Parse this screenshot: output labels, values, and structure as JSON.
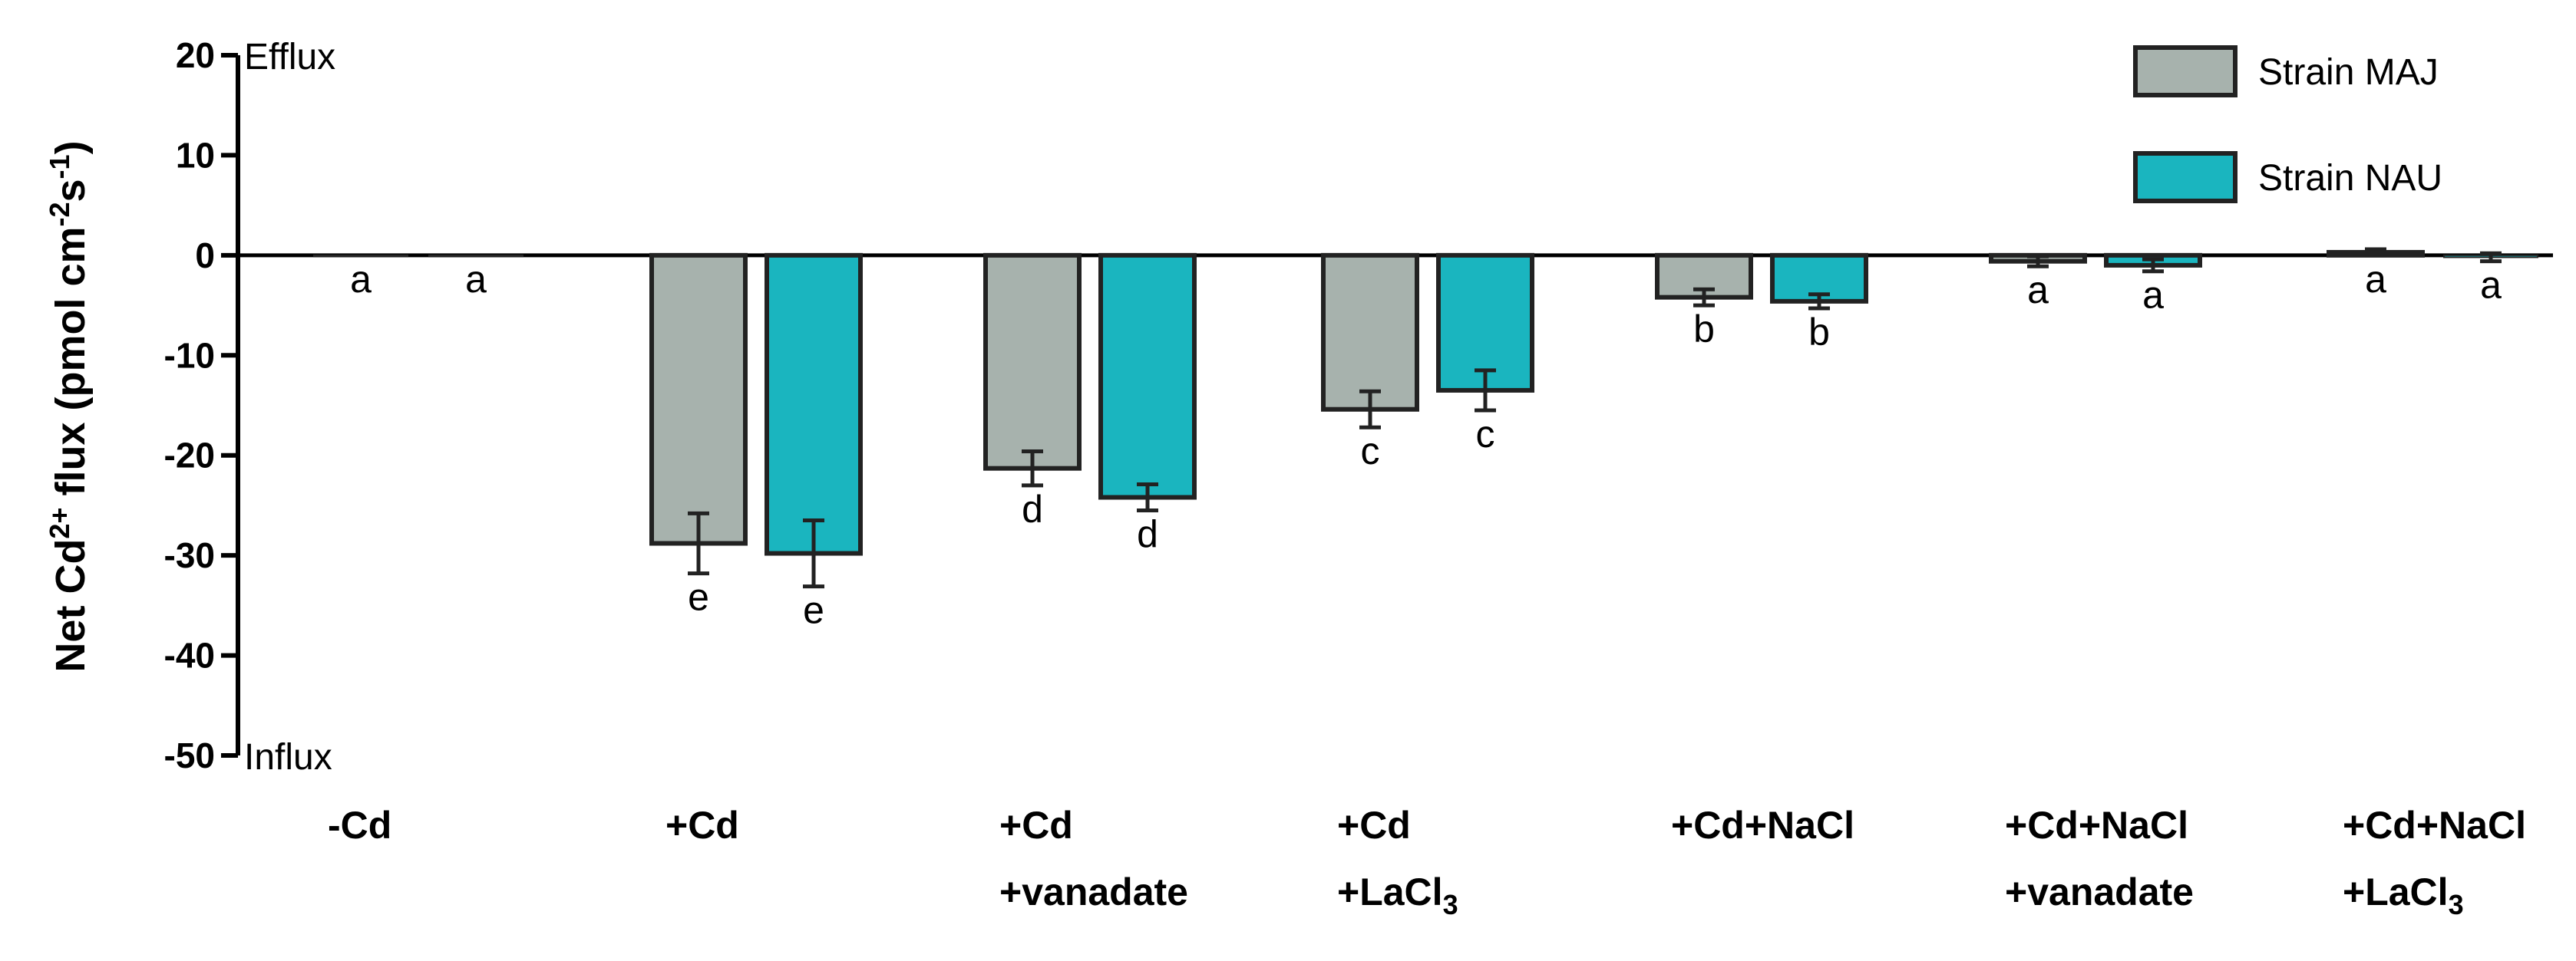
{
  "chart_data": {
    "type": "bar",
    "ylabel_parts": [
      "Net Cd",
      "2+",
      " flux (pmol cm",
      "-2",
      "s",
      "-1",
      ")"
    ],
    "ylim": [
      -50,
      20
    ],
    "yticks": [
      20,
      10,
      0,
      -10,
      -20,
      -30,
      -40,
      -50
    ],
    "direction_labels": {
      "top": "Efflux",
      "bottom": "Influx"
    },
    "categories": [
      [
        "-Cd"
      ],
      [
        "+Cd"
      ],
      [
        "+Cd",
        "+vanadate"
      ],
      [
        "+Cd",
        "+LaCl",
        "3"
      ],
      [
        "+Cd+NaCl"
      ],
      [
        "+Cd+NaCl",
        "+vanadate"
      ],
      [
        "+Cd+NaCl",
        "+LaCl",
        "3"
      ]
    ],
    "series": [
      {
        "name": "Strain MAJ",
        "color": "#a7b2ad",
        "values": [
          0,
          -28.8,
          -21.3,
          -15.4,
          -4.2,
          -0.6,
          0.3
        ],
        "errors": [
          0,
          3.0,
          1.7,
          1.8,
          0.8,
          0.5,
          0.3
        ],
        "letters": [
          "a",
          "e",
          "d",
          "c",
          "b",
          "a",
          "a"
        ]
      },
      {
        "name": "Strain NAU",
        "color": "#1ab5bf",
        "values": [
          0,
          -29.8,
          -24.2,
          -13.5,
          -4.6,
          -1.0,
          -0.2
        ],
        "errors": [
          0,
          3.3,
          1.3,
          2.0,
          0.7,
          0.6,
          0.4
        ],
        "letters": [
          "a",
          "e",
          "d",
          "c",
          "b",
          "a",
          "a"
        ]
      }
    ],
    "legend_position": "top-right",
    "grid": false
  }
}
